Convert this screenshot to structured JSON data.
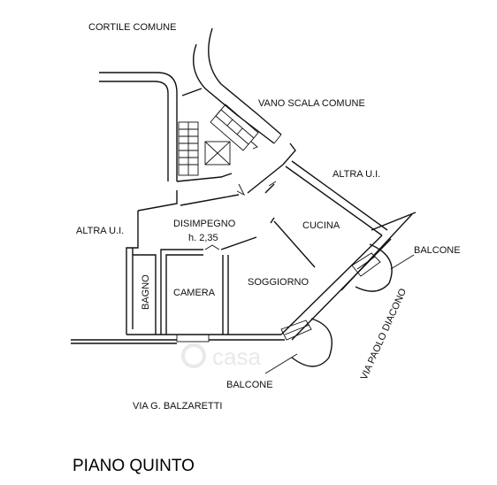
{
  "labels": {
    "cortile_comune": "CORTILE COMUNE",
    "vano_scala_comune": "VANO SCALA COMUNE",
    "altra_ui_right": "ALTRA U.I.",
    "altra_ui_left": "ALTRA U.I.",
    "disimpegno": "DISIMPEGNO",
    "disimpegno_height": "h. 2,35",
    "cucina": "CUCINA",
    "balcone_right": "BALCONE",
    "bagno": "BAGNO",
    "camera": "CAMERA",
    "soggiorno": "SOGGIORNO",
    "via_paolo_diacono": "VIA PAOLO DIACONO",
    "balcone_bottom": "BALCONE",
    "via_balzaretti": "VIA G. BALZARETTI"
  },
  "title": "PIANO QUINTO",
  "watermark": "casa"
}
